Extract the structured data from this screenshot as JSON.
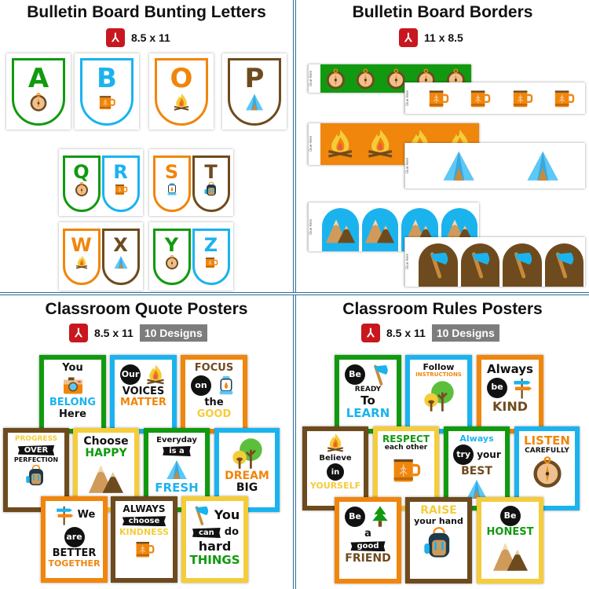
{
  "colors": {
    "green": "#119a0f",
    "blue": "#1bb3ee",
    "orange": "#f0860c",
    "brown": "#6e4b1e",
    "yellow": "#f5cc3a",
    "divider": "#2f6f98",
    "pdf": "#c8171e"
  },
  "quadrants": [
    {
      "title": "Bulletin Board Bunting Letters",
      "size": "8.5 x 11",
      "file_icon": "pdf-icon"
    },
    {
      "title": "Bulletin Board Borders",
      "size": "11 x 8.5",
      "file_icon": "pdf-icon"
    },
    {
      "title": "Classroom Quote Posters",
      "size": "8.5 x 11",
      "badge": "10 Designs",
      "file_icon": "pdf-icon"
    },
    {
      "title": "Classroom Rules Posters",
      "size": "8.5 x 11",
      "badge": "10 Designs",
      "file_icon": "pdf-icon"
    }
  ],
  "bunting": [
    {
      "letter": "A",
      "color": "#119a0f",
      "icon": "compass"
    },
    {
      "letter": "B",
      "color": "#1bb3ee",
      "icon": "mug"
    },
    {
      "letter": "O",
      "color": "#f0860c",
      "icon": "campfire"
    },
    {
      "letter": "P",
      "color": "#6e4b1e",
      "icon": "tent"
    },
    {
      "letter": "Q",
      "color": "#119a0f",
      "icon": "compass"
    },
    {
      "letter": "R",
      "color": "#1bb3ee",
      "icon": "mug"
    },
    {
      "letter": "S",
      "color": "#f0860c",
      "icon": "lantern"
    },
    {
      "letter": "T",
      "color": "#6e4b1e",
      "icon": "backpack"
    },
    {
      "letter": "W",
      "color": "#f0860c",
      "icon": "campfire"
    },
    {
      "letter": "X",
      "color": "#6e4b1e",
      "icon": "tent"
    },
    {
      "letter": "Y",
      "color": "#119a0f",
      "icon": "compass"
    },
    {
      "letter": "Z",
      "color": "#1bb3ee",
      "icon": "mug"
    }
  ],
  "borders": {
    "glue_label": "Glue Here",
    "strips": [
      {
        "bg": "#119a0f",
        "icon": "compass",
        "count": 5
      },
      {
        "bg": "#ffffff",
        "icon": "mug",
        "count": 4
      },
      {
        "bg": "#f0860c",
        "icon": "campfire",
        "count": 4
      },
      {
        "bg": "#ffffff",
        "icon": "tent",
        "count": 2
      },
      {
        "bg": "#ffffff",
        "arch": "#1bb3ee",
        "icon": "mountains",
        "count": 4
      },
      {
        "bg": "#ffffff",
        "arch": "#6e4b1e",
        "icon": "axe",
        "count": 4
      }
    ]
  },
  "quote_posters": [
    {
      "border": "#119a0f",
      "lines": [
        {
          "t": "You"
        },
        {
          "icon": "camera"
        },
        {
          "t": "BELONG",
          "c": "#1bb3ee"
        },
        {
          "t": "Here"
        }
      ]
    },
    {
      "border": "#1bb3ee",
      "lines": [
        {
          "badge": "Our",
          "icon": "campfire"
        },
        {
          "t": "VOICES"
        },
        {
          "t": "MATTER",
          "c": "#f0860c"
        }
      ]
    },
    {
      "border": "#f0860c",
      "lines": [
        {
          "t": "FOCUS",
          "c": "#6e4b1e"
        },
        {
          "badge": "on",
          "icon": "lantern"
        },
        {
          "t": "the"
        },
        {
          "t": "GOOD",
          "c": "#f5cc3a"
        }
      ]
    },
    {
      "border": "#6e4b1e",
      "lines": [
        {
          "t": "PROGRESS",
          "c": "#f5cc3a",
          "s": 9
        },
        {
          "banner": "OVER"
        },
        {
          "t": "PERFECTION",
          "s": 8
        },
        {
          "icon": "backpack"
        }
      ]
    },
    {
      "border": "#f5cc3a",
      "lines": [
        {
          "t": "Choose",
          "s": 14
        },
        {
          "t": "HAPPY",
          "c": "#119a0f",
          "s": 14
        },
        {
          "icon": "mountains",
          "big": 1
        }
      ]
    },
    {
      "border": "#119a0f",
      "lines": [
        {
          "t": "Everyday",
          "s": 10
        },
        {
          "banner": "is a"
        },
        {
          "icon": "tent"
        },
        {
          "t": "FRESH",
          "c": "#1bb3ee",
          "s": 15
        }
      ]
    },
    {
      "border": "#1bb3ee",
      "lines": [
        {
          "icon": "tree",
          "big": 1
        },
        {
          "t": "DREAM",
          "c": "#f0860c",
          "s": 14
        },
        {
          "t": "BIG",
          "s": 14
        }
      ]
    },
    {
      "border": "#f0860c",
      "lines": [
        {
          "t": "We",
          "icon": "signpost"
        },
        {
          "badge": "are"
        },
        {
          "t": "BETTER"
        },
        {
          "t": "TOGETHER",
          "c": "#f0860c",
          "s": 11
        }
      ]
    },
    {
      "border": "#6e4b1e",
      "lines": [
        {
          "t": "ALWAYS",
          "s": 12
        },
        {
          "banner": "choose"
        },
        {
          "t": "KINDNESS",
          "c": "#f5cc3a",
          "s": 11
        },
        {
          "icon": "mug"
        }
      ]
    },
    {
      "border": "#f5cc3a",
      "lines": [
        {
          "icon": "axe",
          "t": "You",
          "s": 16
        },
        {
          "banner": "can",
          "t": "do"
        },
        {
          "t": "hard",
          "s": 16
        },
        {
          "t": "THINGS",
          "c": "#119a0f",
          "s": 15
        }
      ]
    }
  ],
  "rules_posters": [
    {
      "border": "#119a0f",
      "lines": [
        {
          "badge": "Be",
          "icon": "axe"
        },
        {
          "t": "READY",
          "s": 9
        },
        {
          "t": "To",
          "s": 15
        },
        {
          "t": "LEARN",
          "c": "#1bb3ee",
          "s": 15
        }
      ]
    },
    {
      "border": "#1bb3ee",
      "lines": [
        {
          "t": "Follow",
          "s": 11
        },
        {
          "t": "INSTRUCTIONS",
          "c": "#f0860c",
          "s": 7
        },
        {
          "icon": "tree",
          "big": 1
        }
      ]
    },
    {
      "border": "#f0860c",
      "lines": [
        {
          "t": "Always",
          "s": 15
        },
        {
          "badge": "be",
          "icon": "signpost"
        },
        {
          "t": "KIND",
          "c": "#6e4b1e",
          "s": 16
        }
      ]
    },
    {
      "border": "#6e4b1e",
      "lines": [
        {
          "icon": "campfire",
          "big": 1
        },
        {
          "t": "Believe",
          "s": 10
        },
        {
          "badge": "in"
        },
        {
          "t": "YOURSELF",
          "c": "#f5cc3a",
          "s": 11
        }
      ]
    },
    {
      "border": "#f5cc3a",
      "lines": [
        {
          "t": "RESPECT",
          "c": "#119a0f",
          "s": 12
        },
        {
          "t": "each other",
          "s": 9
        },
        {
          "icon": "mug",
          "big": 1
        }
      ]
    },
    {
      "border": "#119a0f",
      "lines": [
        {
          "t": "Always",
          "c": "#1bb3ee",
          "s": 11
        },
        {
          "badge": "try",
          "t": "your",
          "s": 12
        },
        {
          "t": "BEST",
          "c": "#6e4b1e",
          "s": 14
        },
        {
          "icon": "tent"
        }
      ]
    },
    {
      "border": "#1bb3ee",
      "lines": [
        {
          "t": "LISTEN",
          "c": "#f0860c",
          "s": 15
        },
        {
          "t": "CAREFULLY",
          "s": 9
        },
        {
          "icon": "compass",
          "big": 1
        }
      ]
    },
    {
      "border": "#f0860c",
      "lines": [
        {
          "badge": "Be",
          "icon": "pine"
        },
        {
          "t": "a"
        },
        {
          "banner": "good"
        },
        {
          "t": "FRIEND",
          "c": "#6e4b1e",
          "s": 14
        }
      ]
    },
    {
      "border": "#6e4b1e",
      "lines": [
        {
          "t": "RAISE",
          "c": "#f5cc3a",
          "s": 14
        },
        {
          "t": "your hand",
          "s": 11
        },
        {
          "icon": "backpack",
          "big": 1
        }
      ]
    },
    {
      "border": "#f5cc3a",
      "lines": [
        {
          "badge": "Be"
        },
        {
          "t": "HONEST",
          "c": "#119a0f",
          "s": 13
        },
        {
          "icon": "mountains",
          "big": 1
        }
      ]
    }
  ]
}
